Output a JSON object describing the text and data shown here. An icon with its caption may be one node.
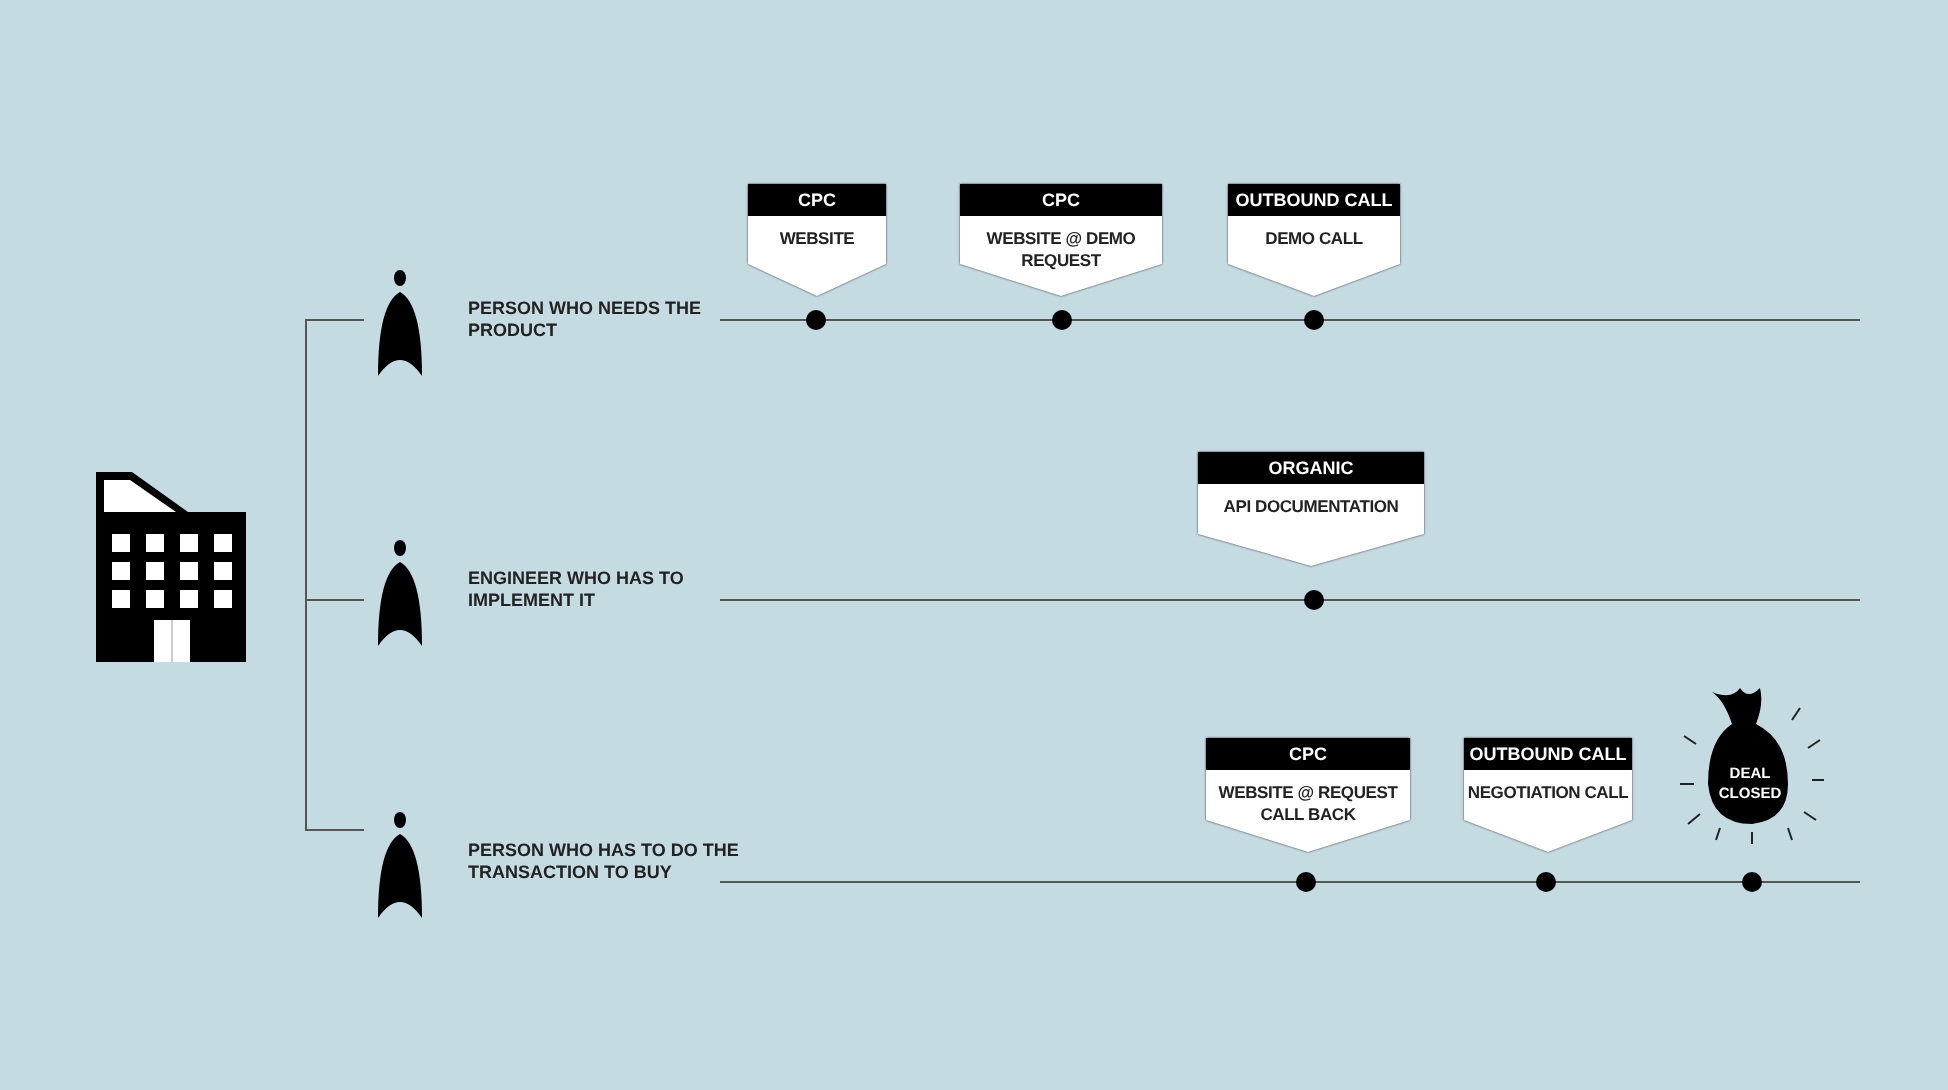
{
  "diagram": {
    "nodes": [
      {
        "text": [],
        "shape": "picture"
      },
      {
        "text": [],
        "shape": "person",
        "beside": [
          "PERSON WHO NEEDS THE PRODUCT"
        ]
      },
      {
        "text": [],
        "shape": "person",
        "beside": [
          "ENGINEER WHO HAS TO IMPLEMENT IT"
        ]
      },
      {
        "text": [],
        "shape": "person",
        "beside": [
          "PERSON WHO HAS TO DO THE TRANSACTION TO BUY"
        ]
      },
      {
        "text": [
          "CPC",
          "WEBSITE"
        ]
      },
      {
        "text": [
          "CPC",
          "WEBSITE @ DEMO REQUEST"
        ]
      },
      {
        "text": [
          "OUTBOUND CALL",
          "DEMO CALL"
        ]
      },
      {
        "text": [
          "ORGANIC",
          "API DOCUMENTATION"
        ]
      },
      {
        "text": [
          "CPC",
          "WEBSITE @ REQUEST CALL BACK"
        ]
      },
      {
        "text": [
          "OUTBOUND CALL",
          "NEGOTIATION CALL"
        ]
      },
      {
        "text": [
          "DEAL CLOSED"
        ]
      }
    ],
    "edges": [
      {
        "from": null,
        "to": 1,
        "arrow": "none"
      },
      {
        "from": null,
        "to": 2,
        "arrow": "none"
      },
      {
        "from": null,
        "to": 3,
        "arrow": "none"
      }
    ]
  }
}
